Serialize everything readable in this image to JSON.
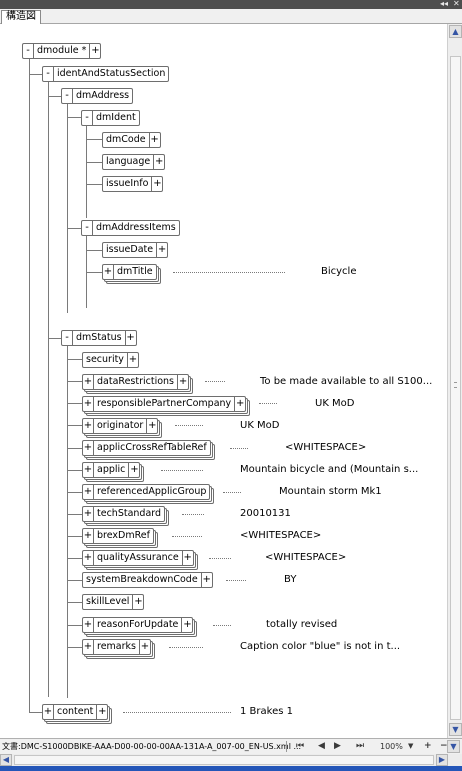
{
  "window": {
    "tab_label": "構造図",
    "pin_icon": "pin-icon",
    "close_icon": "close-icon"
  },
  "tree": {
    "root": {
      "name": "dmodule *",
      "toggle": "-",
      "expander": "+"
    },
    "identAndStatusSection": {
      "name": "identAndStatusSection",
      "toggle": "-"
    },
    "dmAddress": {
      "name": "dmAddress",
      "toggle": "-"
    },
    "dmIdent": {
      "name": "dmIdent",
      "toggle": "-"
    },
    "dmCode": {
      "name": "dmCode",
      "expander": "+"
    },
    "language": {
      "name": "language",
      "expander": "+"
    },
    "issueInfo": {
      "name": "issueInfo",
      "expander": "+"
    },
    "dmAddressItems": {
      "name": "dmAddressItems",
      "toggle": "-"
    },
    "issueDate": {
      "name": "issueDate",
      "expander": "+"
    },
    "dmTitle": {
      "name": "dmTitle",
      "toggle": "+",
      "value": "Bicycle"
    },
    "dmStatus": {
      "name": "dmStatus",
      "toggle": "-",
      "expander": "+"
    },
    "security": {
      "name": "security",
      "expander": "+"
    },
    "dataRestrictions": {
      "name": "dataRestrictions",
      "toggle": "+",
      "expander": "+",
      "value": "To be made available to all S100..."
    },
    "responsiblePartnerCompany": {
      "name": "responsiblePartnerCompany",
      "toggle": "+",
      "expander": "+",
      "value": "UK MoD"
    },
    "originator": {
      "name": "originator",
      "toggle": "+",
      "expander": "+",
      "value": "UK MoD"
    },
    "applicCrossRefTableRef": {
      "name": "applicCrossRefTableRef",
      "toggle": "+",
      "value": "<WHITESPACE>"
    },
    "applic": {
      "name": "applic",
      "toggle": "+",
      "expander": "+",
      "value": "Mountain bicycle and (Mountain s..."
    },
    "referencedApplicGroup": {
      "name": "referencedApplicGroup",
      "toggle": "+",
      "value": "Mountain storm Mk1"
    },
    "techStandard": {
      "name": "techStandard",
      "toggle": "+",
      "value": "20010131"
    },
    "brexDmRef": {
      "name": "brexDmRef",
      "toggle": "+",
      "value": "<WHITESPACE>"
    },
    "qualityAssurance": {
      "name": "qualityAssurance",
      "toggle": "+",
      "expander": "+",
      "value": "<WHITESPACE>"
    },
    "systemBreakdownCode": {
      "name": "systemBreakdownCode",
      "expander": "+",
      "value": "BY"
    },
    "skillLevel": {
      "name": "skillLevel",
      "expander": "+"
    },
    "reasonForUpdate": {
      "name": "reasonForUpdate",
      "toggle": "+",
      "expander": "+",
      "value": "totally revised"
    },
    "remarks": {
      "name": "remarks",
      "toggle": "+",
      "expander": "+",
      "value": "Caption color \"blue\" is not in t..."
    },
    "content": {
      "name": "content",
      "toggle": "+",
      "expander": "+",
      "value": "1 Brakes 1"
    }
  },
  "status": {
    "filename": "文書:DMC-S1000DBIKE-AAA-D00-00-00-00AA-131A-A_007-00_EN-US.xml ...",
    "first_icon": "first-page-icon",
    "prev_icon": "previous-icon",
    "next_icon": "next-icon",
    "last_icon": "last-page-icon",
    "zoom": "100%",
    "zoom_dropdown_icon": "dropdown-icon",
    "zoom_in_icon": "zoom-in-icon",
    "zoom_out_icon": "zoom-out-icon"
  },
  "colors": {
    "line": "#7a7a7a",
    "border": "#6e6e6e",
    "scroll_arrow": "#3555a5",
    "taskbar": "#2456b8"
  }
}
